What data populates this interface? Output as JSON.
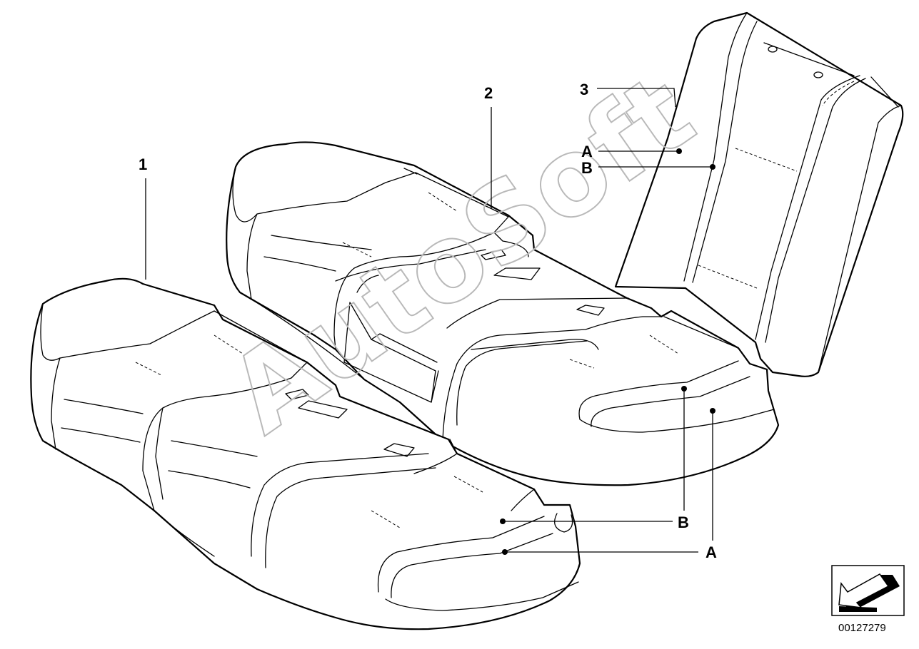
{
  "diagram": {
    "callouts": {
      "part1": "1",
      "part2": "2",
      "part3": "3",
      "backrest_a": "A",
      "backrest_b": "B",
      "cushion_b": "B",
      "cushion_a": "A"
    },
    "watermark": "AutoSoft",
    "diagram_number": "00127279",
    "orientation_icon": "arrow-pointing-lower-left-icon"
  }
}
